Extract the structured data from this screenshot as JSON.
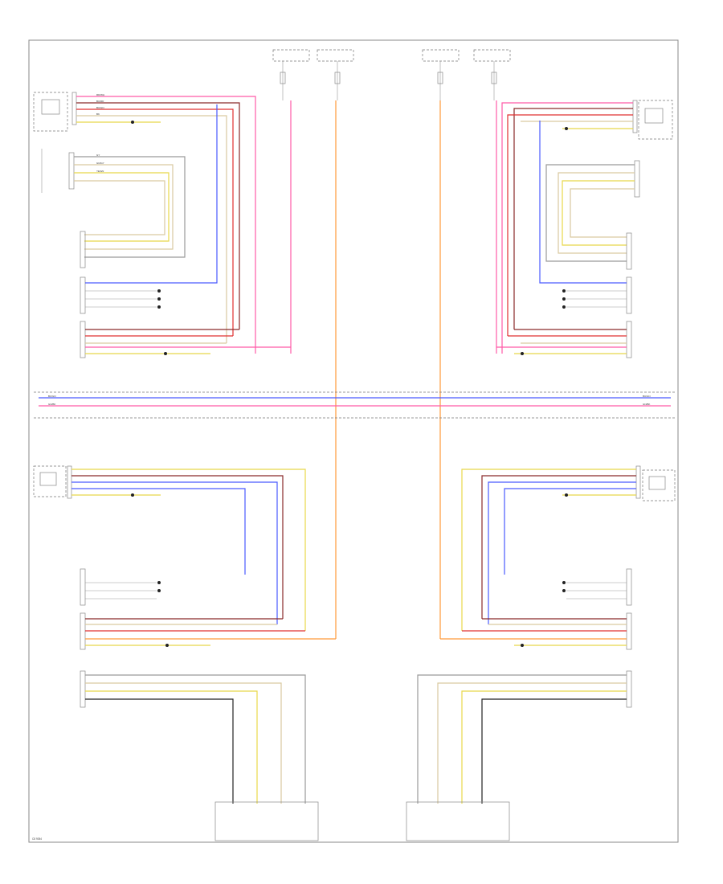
{
  "colors": {
    "pink": "#ff5aa8",
    "orange": "#ff9a3a",
    "red": "#e03030",
    "darkred": "#8a2a2a",
    "yellow": "#e8d84a",
    "blue": "#4a5aff",
    "tan": "#d9c9a0",
    "grey": "#9a9a9a",
    "black": "#222222"
  },
  "wire_labels": {
    "pk_wh": "RD/WH",
    "bu_rd": "BU/RD",
    "bu_gn": "BU/GN",
    "bk": "BK",
    "gn_bk": "GN/BK",
    "gy": "GY",
    "gn_gy": "GN/GY",
    "ye_gn": "YE/GN"
  },
  "page_code": "C8 9054"
}
